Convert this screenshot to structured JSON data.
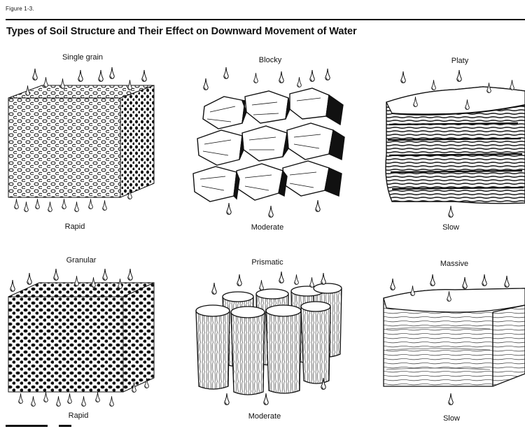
{
  "figure_label": "Figure 1-3.",
  "title": "Types of Soil Structure and Their Effect on Downward Movement of Water",
  "panels": [
    {
      "name": "Single grain",
      "rate": "Rapid"
    },
    {
      "name": "Blocky",
      "rate": "Moderate"
    },
    {
      "name": "Platy",
      "rate": "Slow"
    },
    {
      "name": "Granular",
      "rate": "Rapid"
    },
    {
      "name": "Prismatic",
      "rate": "Moderate"
    },
    {
      "name": "Massive",
      "rate": "Slow"
    }
  ]
}
